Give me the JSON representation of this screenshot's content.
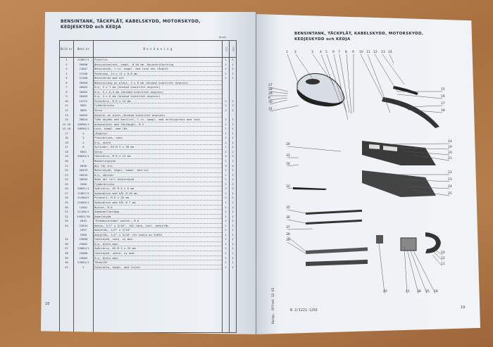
{
  "left_page": {
    "title_line1": "BENSINTANK, TÄCKPLÅT, KABELSKYDD, MOTORSKYDD,",
    "title_line2": "KEDJESKYDD och KEDJA",
    "headers": {
      "bild": "Bild nr",
      "best": "Best.nr",
      "benamning": "B e n ä m n i n g",
      "antal": "Antal",
      "antal_a": "1221",
      "antal_b": "1291"
    },
    "rows": [
      [
        "1",
        "21807/1",
        "Plastlin",
        "1",
        "1"
      ],
      [
        "2",
        "20098",
        "Bensintanklock, compl. Ø 50 mm. Bajonettfastning",
        "1",
        "1"
      ],
      [
        "3",
        "21807",
        "Bensintank, l.rv. kompl. med lock och låsbult",
        "1",
        "1"
      ],
      [
        "4",
        "21160",
        "Packning, 14 x 11 x 0,8 mm",
        "1",
        "1"
      ],
      [
        "5",
        "21160",
        "Bensinkran med ait",
        "1",
        "1"
      ],
      [
        "6",
        "20460",
        "Bensinslang av plast, 4 x 8 mm (önskad kvantitet angives)",
        "",
        ""
      ],
      [
        "7",
        "20462",
        "D:o, 5 x 7 mm (önskad kvantitet angives)",
        "",
        ""
      ],
      [
        "8",
        "20462",
        "D:o, 5 x 6,5 mm (önskad kvantitet angives)",
        "",
        ""
      ],
      [
        "9",
        "20463",
        "D:o, 4 x 6 mm (önskad kvantitet angives)",
        "",
        ""
      ],
      [
        "10",
        "14722",
        "Pinnskruv, M 6 x 14 mm",
        "2",
        "2"
      ],
      [
        "11",
        "5861",
        "Fjäderbricka",
        "2",
        "2"
      ],
      [
        "12",
        "5863",
        "Skruv",
        "2",
        "2"
      ],
      [
        "13",
        "20463",
        "Kanaler av plast (önskad kvantitet angives)",
        "",
        ""
      ],
      [
        "14",
        "20044",
        "Tvåe skydds med kantlist, l.rv. kompl. med verktygsfack med lock",
        "1",
        "1"
      ],
      [
        "15-16",
        "20056/1",
        "Ackumulator med fästbygel, M 5",
        "1",
        "1"
      ],
      [
        "15-16",
        "20056/1",
        "Lock, kompl. med lås",
        "1",
        "1"
      ],
      [
        "17",
        "4",
        "Låsdelar",
        "1",
        "1"
      ],
      [
        "18",
        "3",
        "Plastbricka, vase",
        "1",
        "1"
      ],
      [
        "19",
        "2",
        "D:o, undre",
        "1",
        "1"
      ],
      [
        "17",
        "8",
        "Sylinder, K5 M 5 x 30 mm",
        "1",
        "1"
      ],
      [
        "18",
        "5861",
        "Skruv",
        "2",
        "2"
      ],
      [
        "19",
        "20035/1",
        "Fästskruv, M 6 x 12 mm",
        "2",
        "2"
      ],
      [
        "20",
        "2",
        "Mankeringsyan",
        "1",
        "1"
      ],
      [
        "21",
        "5840",
        "Nit för d:o",
        "4",
        "4"
      ],
      [
        "22",
        "20433",
        "Motorskydd, höger, kompl. med nit",
        "1",
        "1"
      ],
      [
        "23",
        "20434",
        "D:o, vänster",
        "1",
        "1"
      ],
      [
        "24",
        "20094",
        "Hake del till kedjeskydd",
        "1",
        "1"
      ],
      [
        "25",
        "1900",
        "Fjäderbricka",
        "2",
        "2"
      ],
      [
        "26",
        "20051/1",
        "Spårskruv, K5 M 5 x 6 mm",
        "2",
        "2"
      ],
      [
        "27",
        "21807/2",
        "Spännbleck med hål Ø 20 mm",
        "1",
        "1"
      ],
      [
        "28",
        "21380/2",
        "Pinnbult, M 6 x 20 mm",
        "2",
        "2"
      ],
      [
        "29",
        "21809/1",
        "Spännbleck med hål Ø 7 mm",
        "1",
        "1"
      ],
      [
        "30",
        "14501",
        "Mutter, M 6",
        "2",
        "2"
      ],
      [
        "31",
        "21100/1",
        "Gummimellanlägg",
        "1",
        "1"
      ],
      [
        "32",
        "24031/10",
        "Kabelskydd",
        "1",
        "1"
      ],
      [
        "33",
        "2643",
        "\"Klemmschraube\"-mutter, M 6",
        "1",
        "1"
      ],
      [
        "34",
        "22634",
        "Kedja, 1/2\" x 3/16\", 102 länk, inkl. kedjelås",
        "1",
        "1"
      ],
      [
        "",
        "1097",
        "Kedjelås, 1/2\" x 3/16\"",
        "1",
        "1"
      ],
      [
        "",
        "1999",
        "Kedjelås, 1/2\" x 3/16\" för kedja av 22634",
        "1",
        "1"
      ],
      [
        "35",
        "23000",
        "Cantskydd, vase, ny mod.",
        "1",
        "1"
      ],
      [
        "36",
        "23002",
        "D:o, äldre mod.",
        "1",
        "1"
      ],
      [
        "37",
        "23005/1",
        "Spårskruv, K5 M 5 x 25 mm",
        "2",
        "2"
      ],
      [
        "38",
        "23006",
        "Cantskydd, undre, ny mod.",
        "1",
        "1"
      ],
      [
        "39",
        "23003",
        "D:o, äldre mod.",
        "1",
        "1"
      ],
      [
        "40",
        "23053/1",
        "Täckplåt",
        "1",
        "1"
      ],
      [
        "41",
        "2",
        "Fotplatta, kompl. med lister",
        "1",
        "1"
      ]
    ],
    "page_number": "18"
  },
  "right_page": {
    "title_line1": "BENSINTANK, TÄCKPLÅT, KABELSKYDD, MOTORSKYDD,",
    "title_line2": "KEDJESKYDD och KEDJA",
    "callouts": [
      "1",
      "2",
      "3",
      "4",
      "5",
      "6",
      "7",
      "8",
      "9",
      "10",
      "11",
      "12",
      "13",
      "14",
      "15",
      "16",
      "17",
      "18",
      "27",
      "28",
      "29",
      "8",
      "30",
      "31",
      "14",
      "19",
      "20",
      "21",
      "22",
      "23",
      "24",
      "25",
      "26",
      "33",
      "34",
      "35",
      "36",
      "37",
      "38",
      "39",
      "32",
      "40",
      "41",
      "38",
      "35",
      "18",
      "10",
      "12",
      "11"
    ],
    "side_text": "Husqv. Offset 12 65",
    "footer_code": "N 2/1221-1291",
    "page_number": "19"
  },
  "colors": {
    "paper": "#eef2f6",
    "ink": "#2a2f3a",
    "desk": "#b07a4a"
  }
}
